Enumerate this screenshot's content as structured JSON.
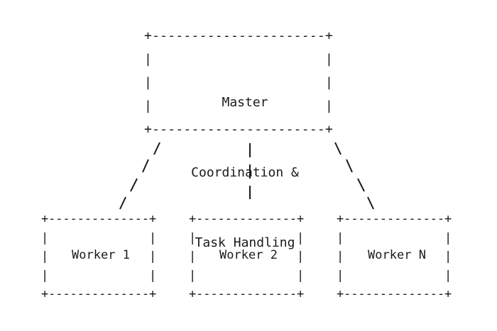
{
  "master": {
    "label_lines": [
      "Master",
      "Coordination &",
      "Task Handling"
    ]
  },
  "workers": [
    {
      "label": "Worker 1"
    },
    {
      "label": "Worker 2"
    },
    {
      "label": "Worker N"
    }
  ],
  "colors": {
    "ink": "#1a1a1a",
    "background": "#ffffff"
  }
}
